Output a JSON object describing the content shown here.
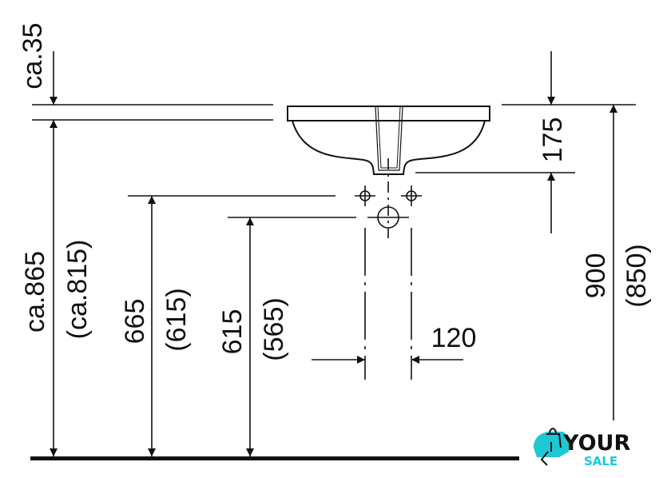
{
  "dimensions": {
    "top_gap": "ca.35",
    "rim_height": "ca.865",
    "rim_height_alt": "(ca.815)",
    "tap_height": "665",
    "tap_height_alt": "(615)",
    "drain_height": "615",
    "drain_height_alt": "(565)",
    "total_height": "900",
    "total_height_alt": "(850)",
    "bowl_depth": "175",
    "hole_spacing": "120"
  },
  "logo": {
    "line1": "YOUR",
    "line2": "SALE",
    "accent": "#1fc7d4"
  }
}
